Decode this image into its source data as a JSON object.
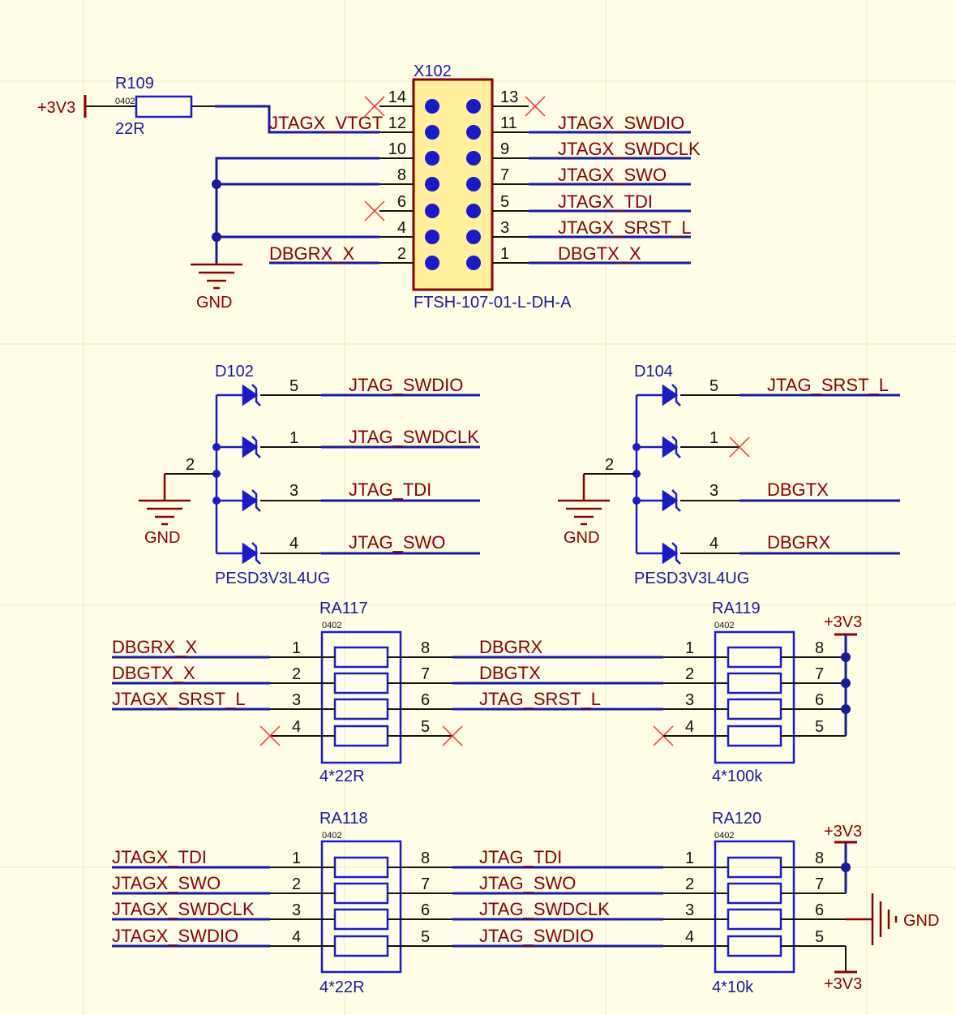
{
  "colors": {
    "background": "#fffde6",
    "wire": "#1a1a9e",
    "component": "#1a1acc",
    "label": "#8b0000",
    "pin": "#111111",
    "connector_fill": "#fff099",
    "no_connect": "#ff3030"
  },
  "header": {
    "ref": "X102",
    "part": "FTSH-107-01-L-DH-A",
    "odd_pins": [
      "1",
      "3",
      "5",
      "7",
      "9",
      "11",
      "13"
    ],
    "even_pins": [
      "2",
      "4",
      "6",
      "8",
      "10",
      "12",
      "14"
    ],
    "odd_nets": [
      "DBGTX_X",
      "JTAGX_SRST_L",
      "JTAGX_TDI",
      "JTAGX_SWO",
      "JTAGX_SWDCLK",
      "JTAGX_SWDIO",
      ""
    ],
    "vtgt_net": "JTAGX_VTGT",
    "dbgrx_net": "DBGRX_X"
  },
  "r109": {
    "ref": "R109",
    "size": "0402",
    "value": "22R",
    "power": "+3V3"
  },
  "gnd_label": "GND",
  "d102": {
    "ref": "D102",
    "part": "PESD3V3L4UG",
    "common_pin": "2",
    "pins": [
      "5",
      "1",
      "3",
      "4"
    ],
    "nets": [
      "JTAG_SWDIO",
      "JTAG_SWDCLK",
      "JTAG_TDI",
      "JTAG_SWO"
    ]
  },
  "d104": {
    "ref": "D104",
    "part": "PESD3V3L4UG",
    "common_pin": "2",
    "pins": [
      "5",
      "1",
      "3",
      "4"
    ],
    "nets": [
      "JTAG_SRST_L",
      "",
      "DBGTX",
      "DBGRX"
    ]
  },
  "ra117": {
    "ref": "RA117",
    "size": "0402",
    "value": "4*22R",
    "left_pins": [
      "1",
      "2",
      "3",
      "4"
    ],
    "right_pins": [
      "8",
      "7",
      "6",
      "5"
    ],
    "left_nets": [
      "DBGRX_X",
      "DBGTX_X",
      "JTAGX_SRST_L"
    ]
  },
  "ra119": {
    "ref": "RA119",
    "size": "0402",
    "value": "4*100k",
    "left_pins": [
      "1",
      "2",
      "3",
      "4"
    ],
    "right_pins": [
      "8",
      "7",
      "6",
      "5"
    ],
    "mid_nets": [
      "DBGRX",
      "DBGTX",
      "JTAG_SRST_L"
    ],
    "power": "+3V3"
  },
  "ra118": {
    "ref": "RA118",
    "size": "0402",
    "value": "4*22R",
    "left_pins": [
      "1",
      "2",
      "3",
      "4"
    ],
    "right_pins": [
      "8",
      "7",
      "6",
      "5"
    ],
    "left_nets": [
      "JTAGX_TDI",
      "JTAGX_SWO",
      "JTAGX_SWDCLK",
      "JTAGX_SWDIO"
    ]
  },
  "ra120": {
    "ref": "RA120",
    "size": "0402",
    "value": "4*10k",
    "left_pins": [
      "1",
      "2",
      "3",
      "4"
    ],
    "right_pins": [
      "8",
      "7",
      "6",
      "5"
    ],
    "mid_nets": [
      "JTAG_TDI",
      "JTAG_SWO",
      "JTAG_SWDCLK",
      "JTAG_SWDIO"
    ],
    "power_top": "+3V3",
    "power_bottom": "+3V3",
    "gnd": "GND"
  }
}
